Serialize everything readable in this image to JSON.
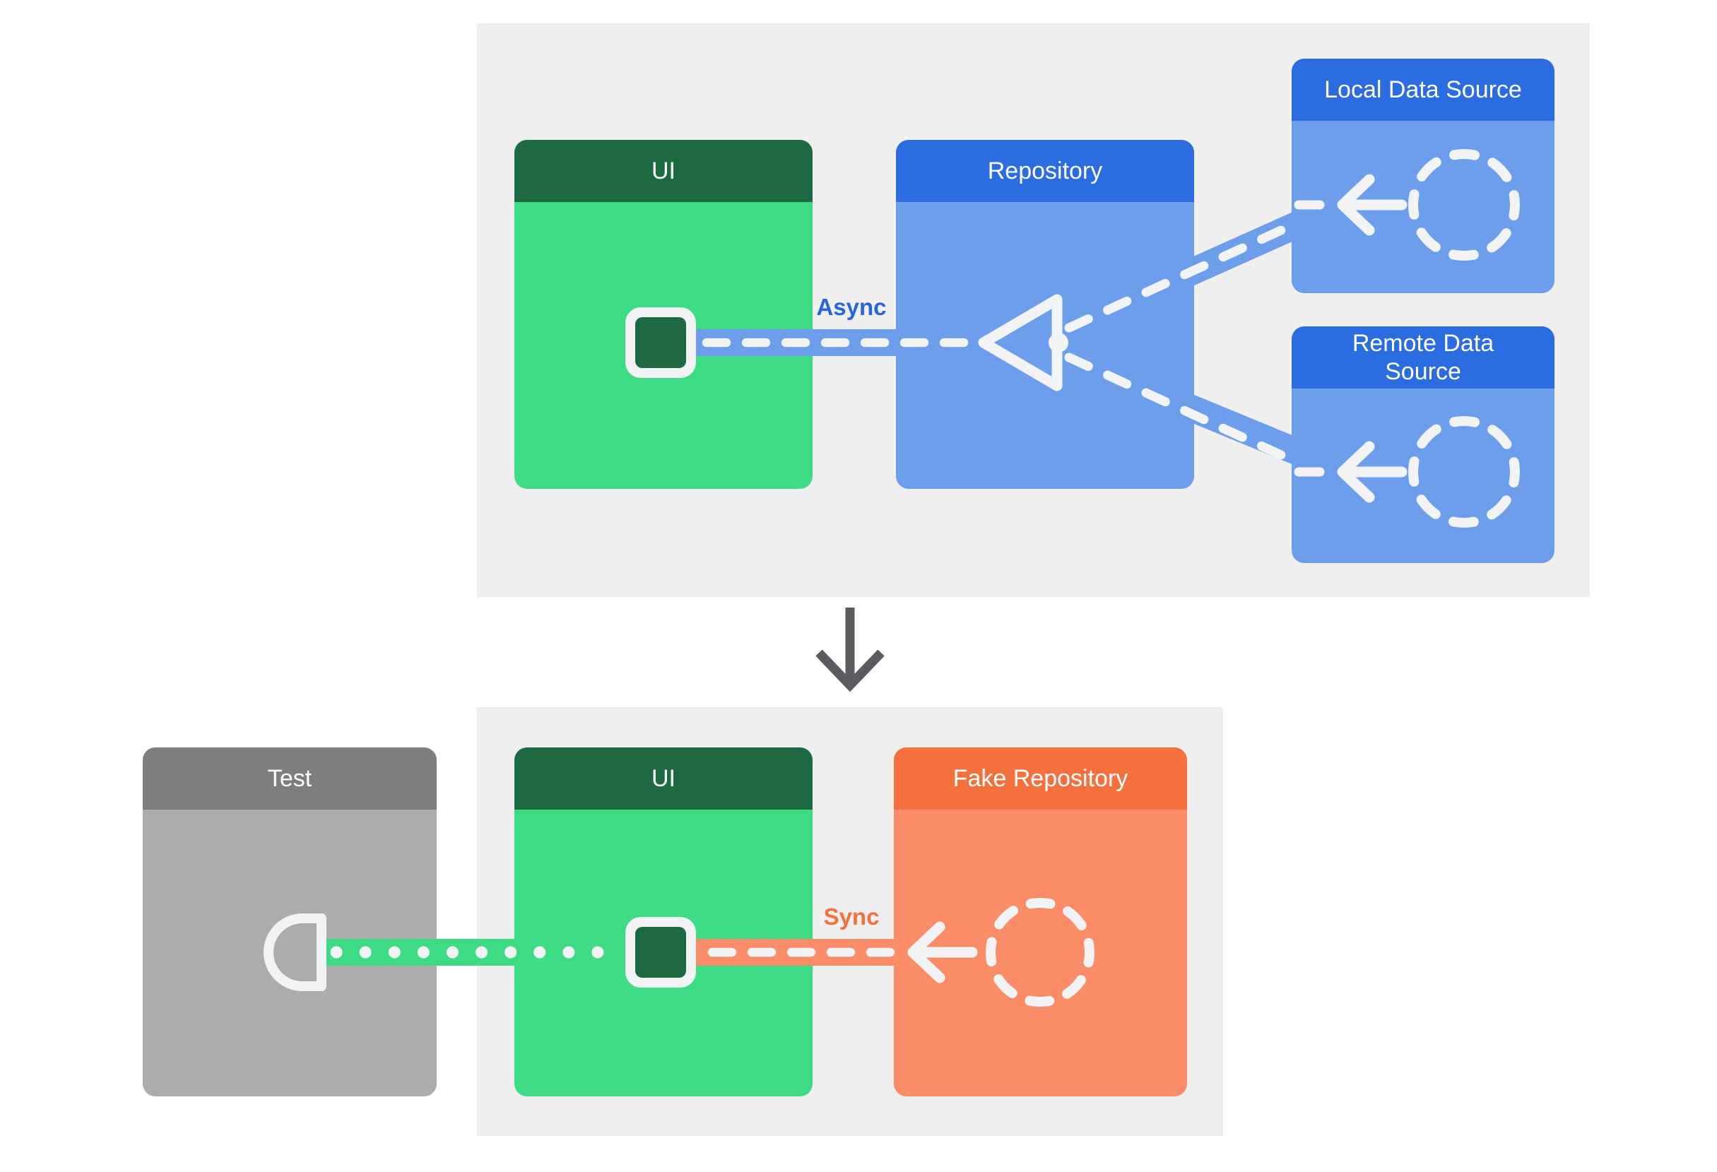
{
  "colors": {
    "page_bg": "#ffffff",
    "panel_bg": "#efeff0",
    "green_header": "#1d6a42",
    "green_body": "#3ddc84",
    "blue_header": "#2b6ce0",
    "blue_body": "#6d9eeb",
    "orange_header": "#f4703d",
    "orange_body": "#fa8d68",
    "gray_header": "#7e7e7e",
    "gray_body": "#acacac",
    "icon_white": "#f1f3f4",
    "async_text": "#2765d9",
    "sync_text": "#f4703d",
    "flow_arrow": "#595b5e"
  },
  "top_panel": {
    "ui_card": {
      "title": "UI"
    },
    "repository_card": {
      "title": "Repository"
    },
    "local_data_source_card": {
      "title": "Local Data Source"
    },
    "remote_data_source_card": {
      "title": "Remote Data Source"
    },
    "async_label": "Async"
  },
  "bottom_panel": {
    "test_card": {
      "title": "Test"
    },
    "ui_card": {
      "title": "UI"
    },
    "fake_repository_card": {
      "title": "Fake Repository"
    },
    "sync_label": "Sync"
  }
}
